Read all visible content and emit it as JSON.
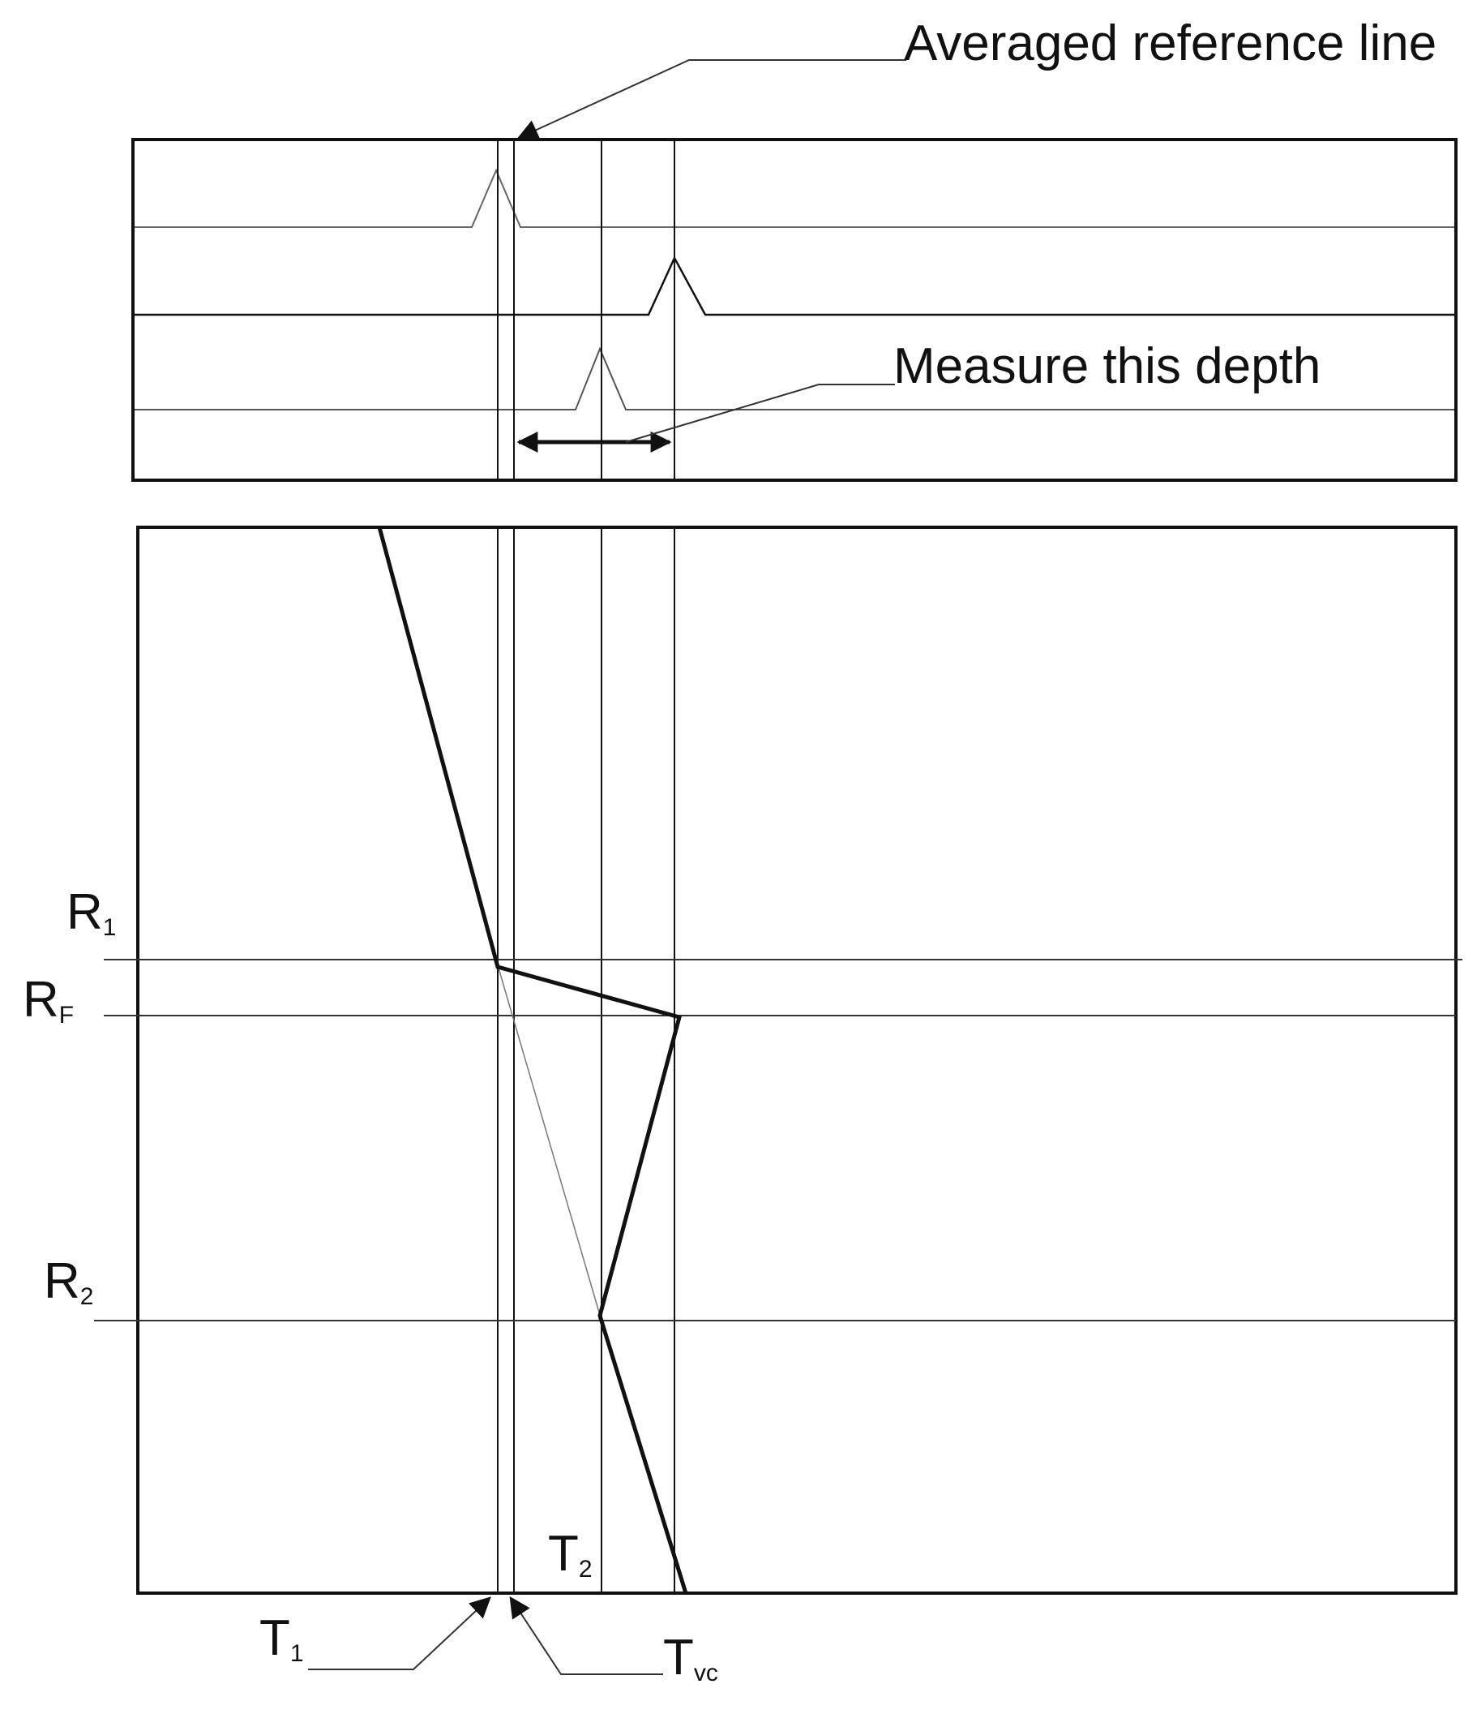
{
  "labels": {
    "averaged_reference_line": "Averaged reference line",
    "measure_this_depth": "Measure this depth",
    "r1_main": "R",
    "r1_sub": "1",
    "rf_main": "R",
    "rf_sub": "F",
    "r2_main": "R",
    "r2_sub": "2",
    "t1_main": "T",
    "t1_sub": "1",
    "t2_main": "T",
    "t2_sub": "2",
    "tvc_main": "T",
    "tvc_sub": "vc"
  },
  "colors": {
    "line": "#111111",
    "thin_line": "#555555"
  }
}
